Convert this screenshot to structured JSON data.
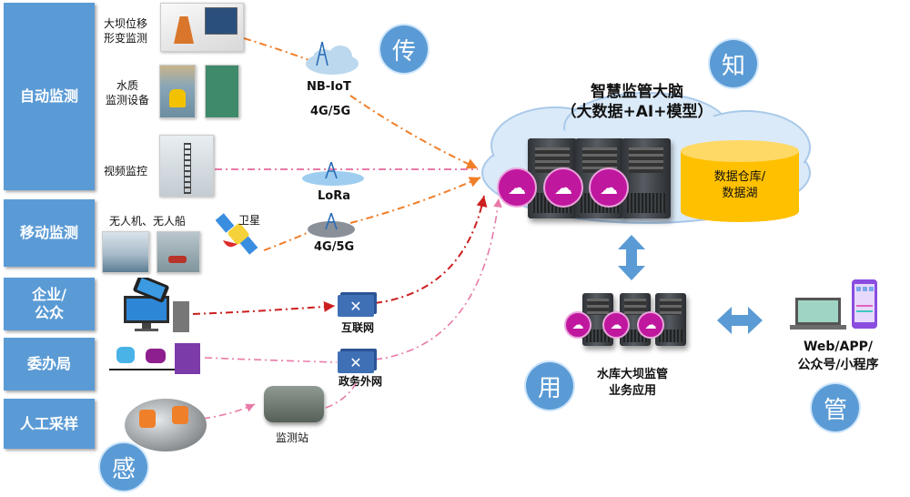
{
  "categories": [
    {
      "label": "自动监测"
    },
    {
      "label": "移动监测"
    },
    {
      "label": "企业/\n公众"
    },
    {
      "label": "委办局"
    },
    {
      "label": "人工采样"
    }
  ],
  "sensing": {
    "dam_displacement": "大坝位移\n形变监测",
    "water_quality": "水质\n监测设备",
    "video": "视频监控",
    "drone_boat": "无人机、无人船",
    "satellite": "卫星",
    "monitoring_station": "监测站"
  },
  "transport": {
    "nbiot": "NB-IoT",
    "nbiot_4g5g": "4G/5G",
    "lora": "LoRa",
    "cell_4g5g": "4G/5G",
    "internet": "互联网",
    "gov_extranet": "政务外网"
  },
  "brain": {
    "title": "智慧监管大脑",
    "subtitle": "（大数据+AI+模型）",
    "warehouse": "数据仓库/\n数据湖"
  },
  "application": {
    "label": "水库大坝监管\n业务应用"
  },
  "clients": {
    "label": "Web/APP/\n公众号/小程序"
  },
  "stages": {
    "sense": "感",
    "transmit": "传",
    "know": "知",
    "use": "用",
    "manage": "管"
  },
  "colors": {
    "category_fill": "#5b9bd5",
    "stage_circle": "#5b9bd5",
    "orange_line": "#f07f2a",
    "pink_line": "#e87aa8",
    "red_line": "#cc1f1f",
    "cloud_badge": "#c0179f",
    "warehouse": "#ffc000"
  }
}
